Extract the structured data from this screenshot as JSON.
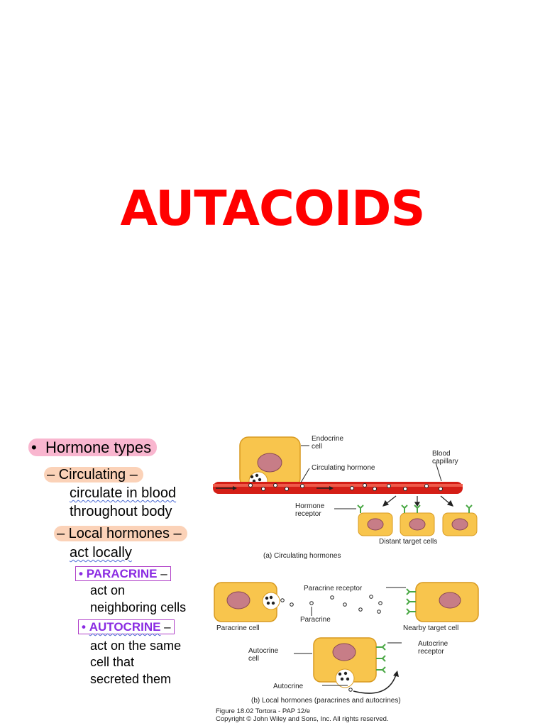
{
  "title": "AUTACOIDS",
  "notes": {
    "bullet": "•",
    "hormone_types": "Hormone types",
    "circulating_1": "– Circulating –",
    "circulating_2": "circulate in blood",
    "circulating_3": "throughout body",
    "local_1": "– Local hormones –",
    "local_2": "act locally",
    "paracrine_label": "PARACRINE",
    "paracrine_dash": " –",
    "paracrine_1": "act on",
    "paracrine_2": "neighboring cells",
    "autocrine_label": "AUTOCRINE",
    "autocrine_dash": " –",
    "autocrine_1": "act on the same",
    "autocrine_2": "cell that",
    "autocrine_3": "secreted them"
  },
  "figure": {
    "endocrine_cell_1": "Endocrine",
    "endocrine_cell_2": "cell",
    "circulating_hormone": "Circulating hormone",
    "blood_capillary_1": "Blood",
    "blood_capillary_2": "capillary",
    "hormone_receptor_1": "Hormone",
    "hormone_receptor_2": "receptor",
    "distant_target_cells": "Distant target cells",
    "caption_a": "(a) Circulating hormones",
    "paracrine_receptor": "Paracrine receptor",
    "paracrine": "Paracrine",
    "paracrine_cell": "Paracrine cell",
    "nearby_target_cell": "Nearby target cell",
    "autocrine_cell_1": "Autocrine",
    "autocrine_cell_2": "cell",
    "autocrine_receptor_1": "Autocrine",
    "autocrine_receptor_2": "receptor",
    "autocrine": "Autocrine",
    "caption_b": "(b) Local hormones (paracrines and autocrines)",
    "credit_1": "Figure 18.02  Tortora - PAP 12/e",
    "credit_2": "Copyright © John Wiley and Sons, Inc. All rights reserved."
  },
  "colors": {
    "title": "#ff0000",
    "cell_fill": "#f8c54d",
    "nucleus": "#c77d87",
    "blood": "#d41e16",
    "receptor": "#4aa845"
  }
}
